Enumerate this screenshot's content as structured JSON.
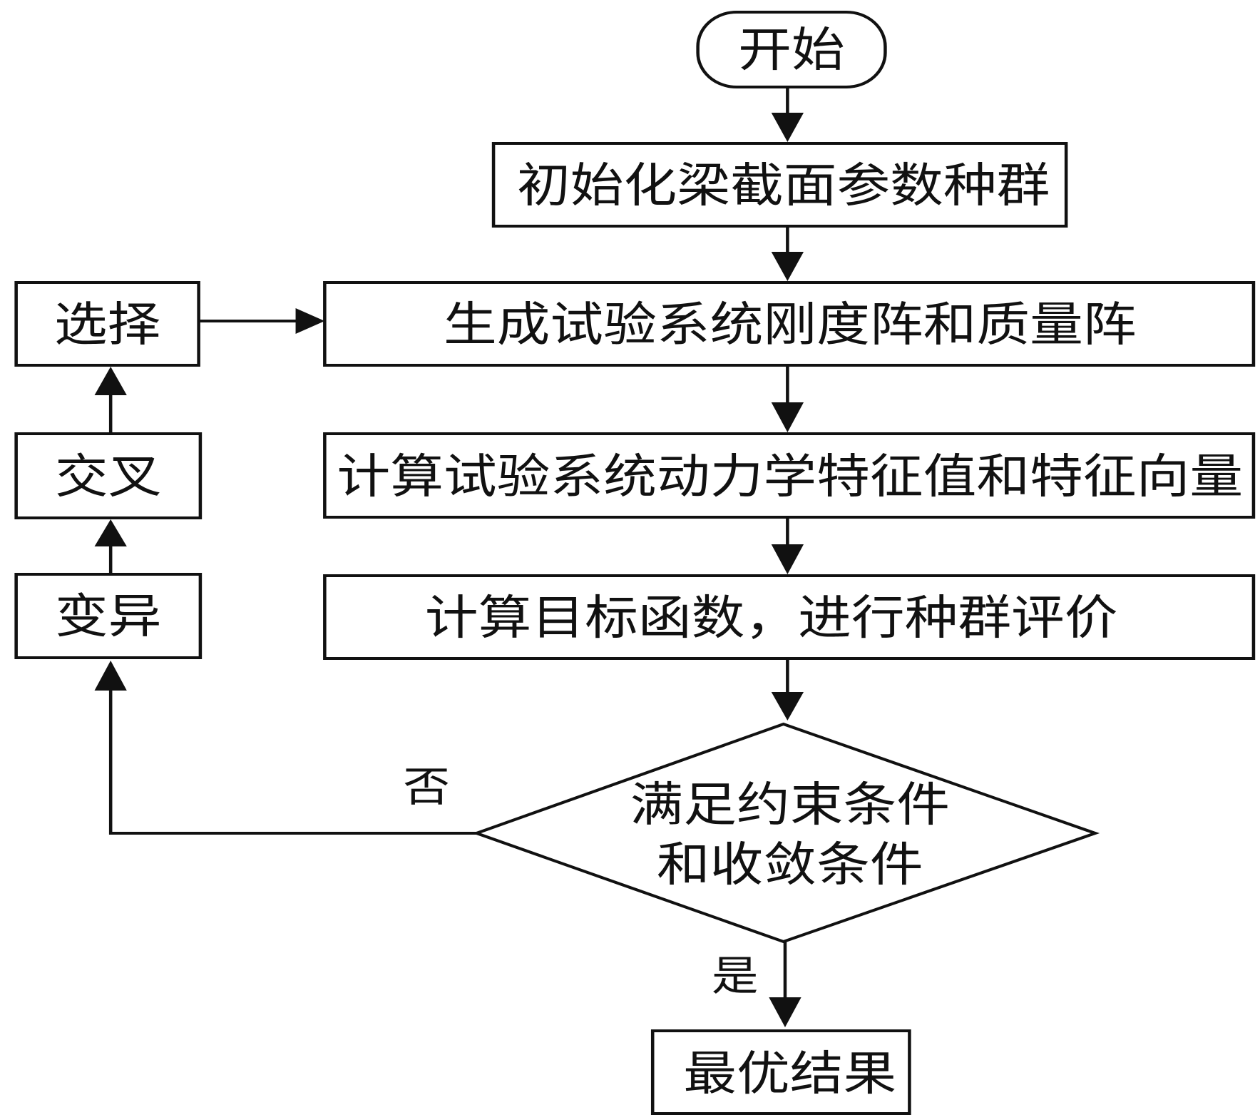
{
  "diagram": {
    "type": "flowchart",
    "nodes": {
      "start": {
        "shape": "terminator",
        "label": "开始"
      },
      "init": {
        "shape": "process",
        "label": "初始化梁截面参数种群"
      },
      "generate": {
        "shape": "process",
        "label": "生成试验系统刚度阵和质量阵"
      },
      "eigen": {
        "shape": "process",
        "label": "计算试验系统动力学特征值和特征向量"
      },
      "evaluate": {
        "shape": "process",
        "label": "计算目标函数，进行种群评价"
      },
      "decision": {
        "shape": "decision",
        "line1": "满足约束条件",
        "line2": "和收敛条件"
      },
      "result": {
        "shape": "process",
        "label": "最优结果"
      },
      "select": {
        "shape": "process",
        "label": "选择"
      },
      "crossover": {
        "shape": "process",
        "label": "交叉"
      },
      "mutation": {
        "shape": "process",
        "label": "变异"
      }
    },
    "edge_labels": {
      "no": "否",
      "yes": "是"
    },
    "edges": [
      [
        "start",
        "init"
      ],
      [
        "init",
        "generate"
      ],
      [
        "generate",
        "eigen"
      ],
      [
        "eigen",
        "evaluate"
      ],
      [
        "evaluate",
        "decision"
      ],
      [
        "decision",
        "result",
        "是"
      ],
      [
        "decision",
        "mutation",
        "否"
      ],
      [
        "mutation",
        "crossover"
      ],
      [
        "crossover",
        "select"
      ],
      [
        "select",
        "generate"
      ]
    ]
  }
}
